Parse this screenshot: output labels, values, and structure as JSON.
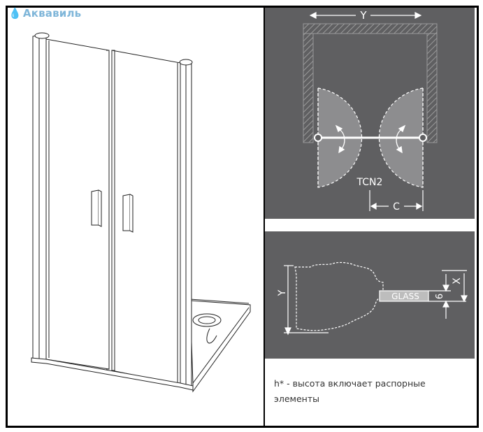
{
  "brand": {
    "name": "Аквавиль",
    "color": "#7fb6d9"
  },
  "plan": {
    "width_label": "Y",
    "model_label": "TCN2",
    "opening_label": "C"
  },
  "profile": {
    "height_label": "Y",
    "glass_label": "GLASS",
    "thickness_label": "6",
    "gap_label": "X"
  },
  "note": {
    "text": "h* - высота включает распорные элементы"
  },
  "colors": {
    "panel_bg": "#5f5f61",
    "door_fill": "#8d8d8f",
    "lines": "#ffffff"
  }
}
